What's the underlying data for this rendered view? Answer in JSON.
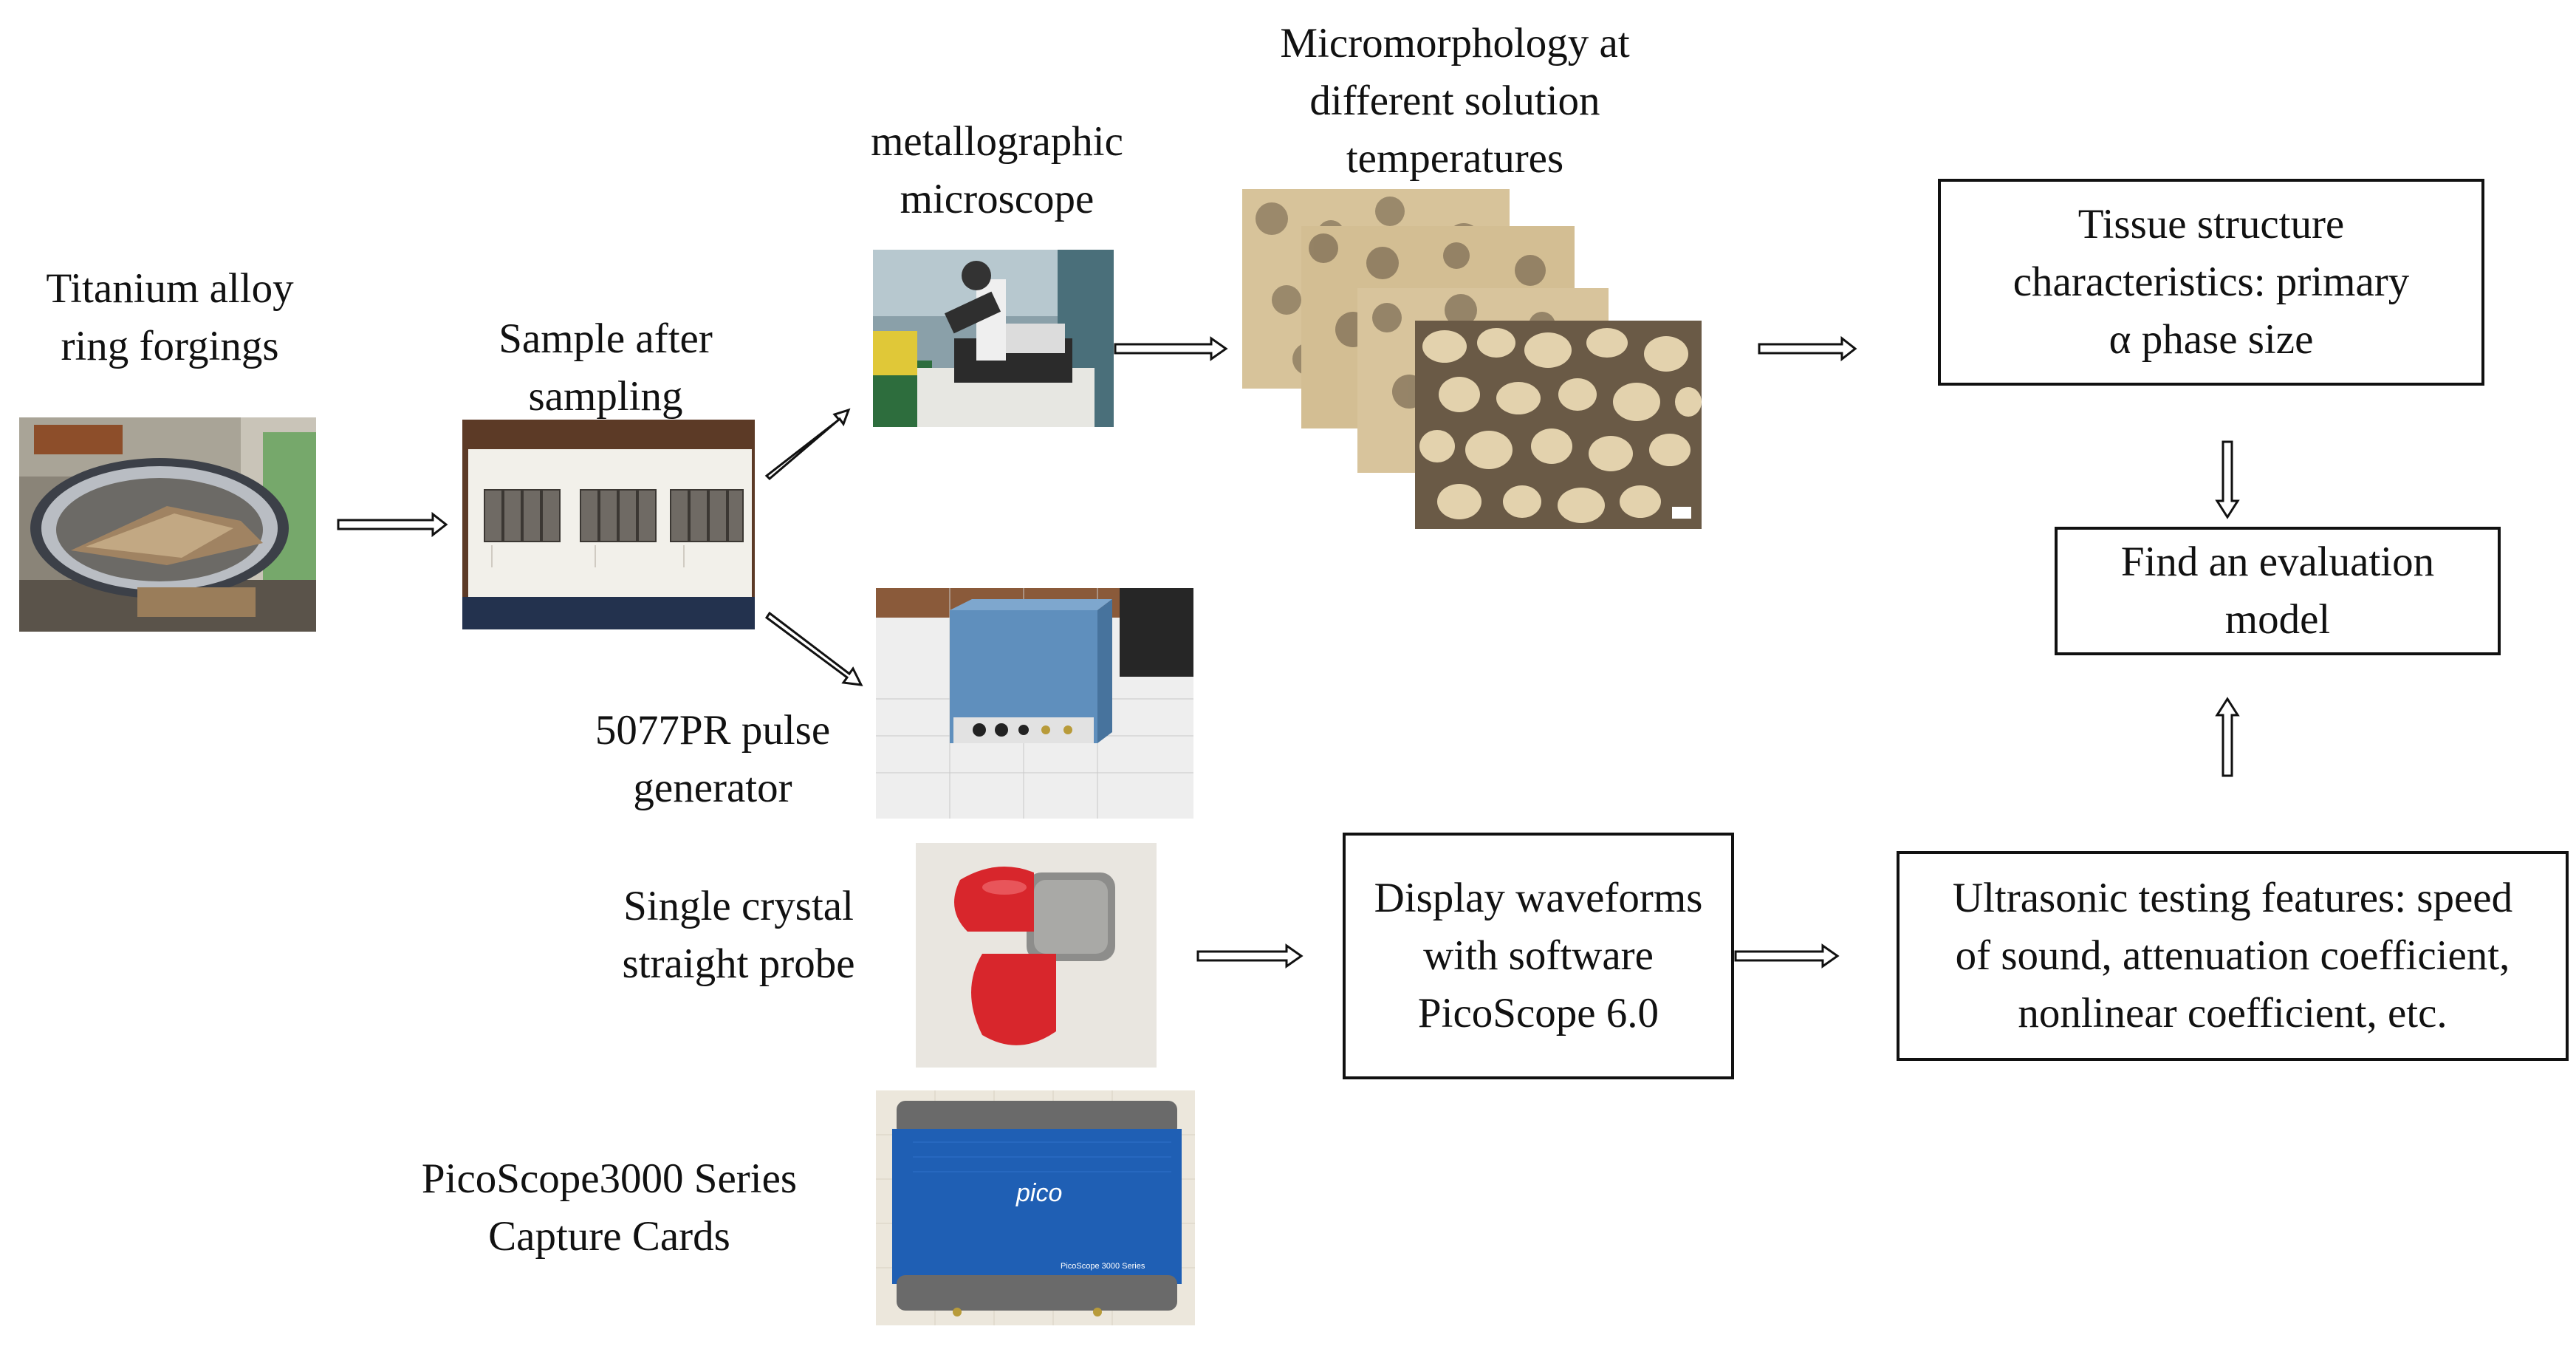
{
  "labels": {
    "titanium": [
      "Titanium alloy",
      "ring forgings"
    ],
    "sample": [
      "Sample after",
      "sampling"
    ],
    "microscope": [
      "metallographic",
      "microscope"
    ],
    "micromorphology": [
      "Micromorphology at",
      "different solution",
      "temperatures"
    ],
    "pulse": [
      "5077PR pulse",
      "generator"
    ],
    "probe": [
      "Single crystal",
      "straight probe"
    ],
    "picoscope_card": [
      "PicoScope3000 Series",
      "Capture Cards"
    ]
  },
  "boxes": {
    "tissue": [
      "Tissue structure",
      "characteristics: primary",
      "α phase size"
    ],
    "evaluation": [
      "Find an evaluation",
      "model"
    ],
    "display": [
      "Display waveforms",
      "with software",
      "PicoScope 6.0"
    ],
    "ultrasonic": [
      "Ultrasonic testing features: speed",
      "of sound, attenuation coefficient,",
      "nonlinear coefficient, etc."
    ]
  },
  "device_text": {
    "pico_brand": "pico",
    "pico_model": "PicoScope 3000 Series"
  },
  "colors": {
    "text": "#111111",
    "probe_red": "#d8262c",
    "pico_blue": "#1f5fb4",
    "pulser_blue": "#5f8fbd",
    "micro_light": "#d7c39a",
    "micro_dark": "#6a5a46"
  }
}
